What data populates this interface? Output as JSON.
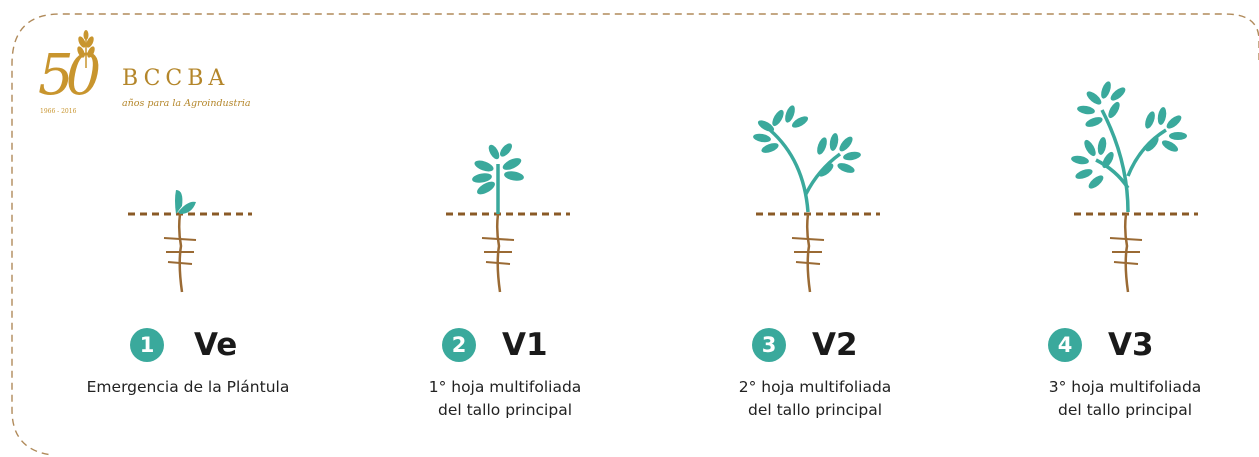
{
  "logo": {
    "number": "50",
    "years": "1966 - 2016",
    "name": "BCCBA",
    "tagline": "años para la Agroindustria"
  },
  "colors": {
    "leaf": "#3aa99c",
    "root": "#9a6a34",
    "soil": "#8a5a26",
    "logo_gold": "#c8952e",
    "frame": "#b08a5a"
  },
  "stages": [
    {
      "number": "1",
      "code": "Ve",
      "desc_line1": "Emergencia de la Plántula",
      "desc_line2": ""
    },
    {
      "number": "2",
      "code": "V1",
      "desc_line1": "1° hoja multifoliada",
      "desc_line2": "del tallo principal"
    },
    {
      "number": "3",
      "code": "V2",
      "desc_line1": "2° hoja multifoliada",
      "desc_line2": "del tallo principal"
    },
    {
      "number": "4",
      "code": "V3",
      "desc_line1": "3° hoja multifoliada",
      "desc_line2": "del tallo principal"
    }
  ]
}
